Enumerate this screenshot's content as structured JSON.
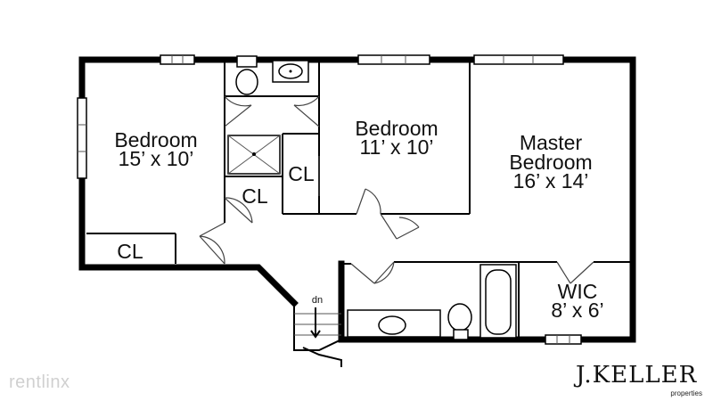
{
  "rooms": {
    "bedroom_left": {
      "name": "Bedroom",
      "size": "15’ x 10’"
    },
    "bedroom_middle": {
      "name": "Bedroom",
      "size": "11’ x 10’"
    },
    "master": {
      "name_line1": "Master",
      "name_line2": "Bedroom",
      "size": "16’ x 14’"
    },
    "wic": {
      "name": "WIC",
      "size": "8’ x 6’"
    }
  },
  "closets": {
    "hall_upper": "CL",
    "hall_lower": "CL",
    "left_bedroom": "CL"
  },
  "stairs": {
    "label": "dn"
  },
  "watermark": "rentlinx",
  "brand": {
    "name": "J.KELLER",
    "sub": "properties"
  }
}
